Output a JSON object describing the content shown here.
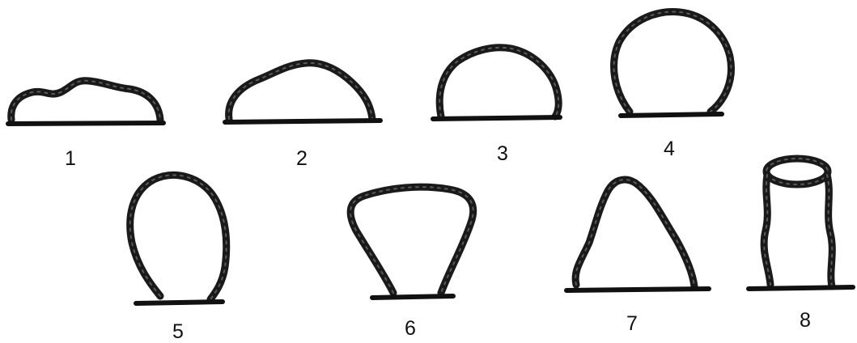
{
  "labels": {
    "shape_1": "1",
    "shape_2": "2",
    "shape_3": "3",
    "shape_4": "4",
    "shape_5": "5",
    "shape_6": "6",
    "shape_7": "7",
    "shape_8": "8"
  },
  "colors": {
    "stroke": "#1a1a1a",
    "background": "#ffffff"
  }
}
